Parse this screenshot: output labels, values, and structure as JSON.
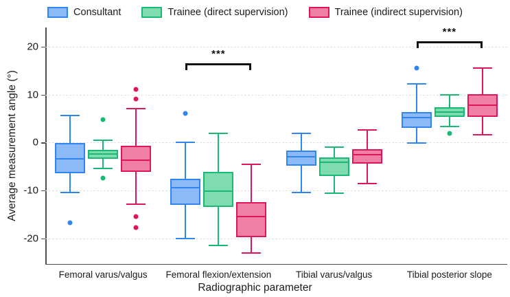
{
  "legend": {
    "items": [
      {
        "label": "Consultant",
        "fill": "#8cb9f7",
        "stroke": "#2f86f0"
      },
      {
        "label": "Trainee (direct supervision)",
        "fill": "#7fdcb0",
        "stroke": "#18ba73"
      },
      {
        "label": "Trainee (indirect supervision)",
        "fill": "#ef7fa4",
        "stroke": "#de1559"
      }
    ]
  },
  "axes": {
    "ylabel": "Average measurement angle (°)",
    "xlabel": "Radiographic parameter",
    "yticks": [
      20,
      10,
      0,
      -10,
      -20
    ],
    "ytick_labels": [
      "20",
      "10",
      "0",
      "-10",
      "-20"
    ],
    "ylim": [
      -25.5,
      24.0
    ],
    "categories": [
      "Femoral varus/valgus",
      "Femoral flexion/extension",
      "Tibial varus/valgus",
      "Tibial posterior slope"
    ]
  },
  "annotations": [
    {
      "group": 1,
      "stars": "***"
    },
    {
      "group": 3,
      "stars": "***"
    }
  ],
  "chart_data": {
    "type": "box",
    "title": "",
    "xlabel": "Radiographic parameter",
    "ylabel": "Average measurement angle (°)",
    "ylim": [
      -25.5,
      24.0
    ],
    "yticks": [
      20,
      10,
      0,
      -10,
      -20
    ],
    "grid": true,
    "legend_position": "top",
    "categories": [
      "Femoral varus/valgus",
      "Femoral flexion/extension",
      "Tibial varus/valgus",
      "Tibial posterior slope"
    ],
    "series": [
      {
        "name": "Consultant",
        "fill": "#8cb9f7",
        "stroke": "#2f86f0",
        "boxes": [
          {
            "category": "Femoral varus/valgus",
            "whisker_low": -10.4,
            "q1": -6.4,
            "median": -3.4,
            "q3": -0.1,
            "whisker_high": 5.6,
            "outliers": [
              -16.8
            ]
          },
          {
            "category": "Femoral flexion/extension",
            "whisker_low": -20.0,
            "q1": -13.0,
            "median": -9.4,
            "q3": -7.5,
            "whisker_high": 0.0,
            "outliers": [
              6.1
            ]
          },
          {
            "category": "Tibial varus/valgus",
            "whisker_low": -10.5,
            "q1": -4.8,
            "median": -3.0,
            "q3": -1.7,
            "whisker_high": 1.9,
            "outliers": []
          },
          {
            "category": "Tibial posterior slope",
            "whisker_low": -0.1,
            "q1": 3.1,
            "median": 5.2,
            "q3": 6.4,
            "whisker_high": 12.2,
            "outliers": [
              15.6
            ]
          }
        ]
      },
      {
        "name": "Trainee (direct supervision)",
        "fill": "#7fdcb0",
        "stroke": "#18ba73",
        "boxes": [
          {
            "category": "Femoral varus/valgus",
            "whisker_low": -5.4,
            "q1": -3.4,
            "median": -2.4,
            "q3": -1.6,
            "whisker_high": 0.5,
            "outliers": [
              4.8,
              -7.4
            ]
          },
          {
            "category": "Femoral flexion/extension",
            "whisker_low": -21.5,
            "q1": -13.5,
            "median": -10.2,
            "q3": -6.1,
            "whisker_high": 1.9,
            "outliers": []
          },
          {
            "category": "Tibial varus/valgus",
            "whisker_low": -10.6,
            "q1": -7.0,
            "median": -4.1,
            "q3": -3.1,
            "whisker_high": -0.9,
            "outliers": []
          },
          {
            "category": "Tibial posterior slope",
            "whisker_low": 3.3,
            "q1": 5.4,
            "median": 6.4,
            "q3": 7.4,
            "whisker_high": 10.0,
            "outliers": [
              1.9
            ]
          }
        ]
      },
      {
        "name": "Trainee (indirect supervision)",
        "fill": "#ef7fa4",
        "stroke": "#de1559",
        "boxes": [
          {
            "category": "Femoral varus/valgus",
            "whisker_low": -12.9,
            "q1": -6.2,
            "median": -3.7,
            "q3": -0.7,
            "whisker_high": 7.1,
            "outliers": [
              11.1,
              9.1,
              -15.5,
              -17.8
            ]
          },
          {
            "category": "Femoral flexion/extension",
            "whisker_low": -23.1,
            "q1": -19.8,
            "median": -15.5,
            "q3": -12.5,
            "whisker_high": -4.5,
            "outliers": []
          },
          {
            "category": "Tibial varus/valgus",
            "whisker_low": -8.5,
            "q1": -4.4,
            "median": -2.6,
            "q3": -1.4,
            "whisker_high": 2.6,
            "outliers": []
          },
          {
            "category": "Tibial posterior slope",
            "whisker_low": 1.6,
            "q1": 5.3,
            "median": 7.8,
            "q3": 10.1,
            "whisker_high": 15.6,
            "outliers": []
          }
        ]
      }
    ],
    "significance": [
      {
        "category": "Femoral flexion/extension",
        "from_series": "Consultant",
        "to_series": "Trainee (indirect supervision)",
        "stars": "***",
        "y": 18.0
      },
      {
        "category": "Tibial posterior slope",
        "from_series": "Consultant",
        "to_series": "Trainee (indirect supervision)",
        "stars": "***",
        "y": 22.5
      }
    ]
  }
}
